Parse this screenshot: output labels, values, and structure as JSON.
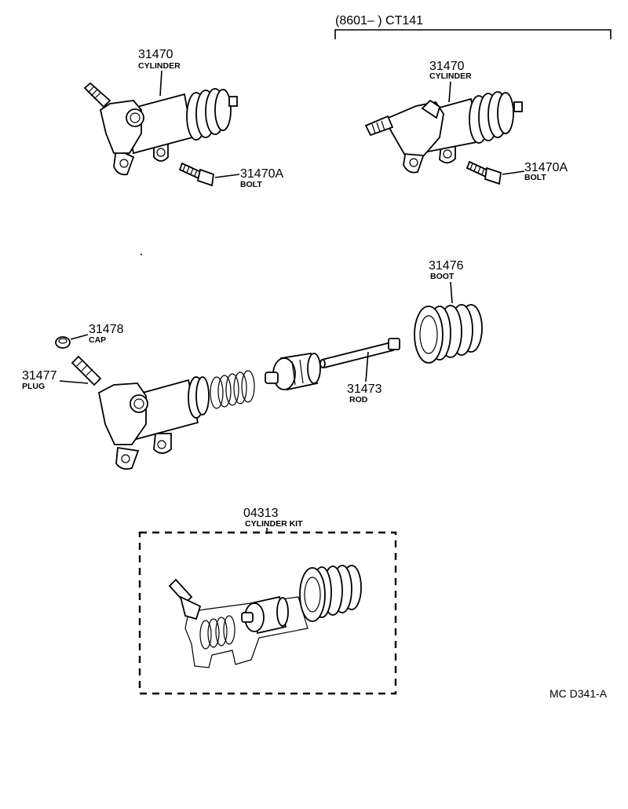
{
  "header": {
    "applicability": "(8601–        ) CT141"
  },
  "callouts": {
    "cyl_left": {
      "number": "31470",
      "name": "CYLINDER"
    },
    "bolt_left": {
      "number": "31470A",
      "name": "BOLT"
    },
    "cyl_right": {
      "number": "31470",
      "name": "CYLINDER"
    },
    "bolt_right": {
      "number": "31470A",
      "name": "BOLT"
    },
    "boot": {
      "number": "31476",
      "name": "BOOT"
    },
    "cap": {
      "number": "31478",
      "name": "CAP"
    },
    "plug": {
      "number": "31477",
      "name": "PLUG"
    },
    "rod": {
      "number": "31473",
      "name": "ROD"
    },
    "kit": {
      "number": "04313",
      "name": "CYLINDER KIT"
    }
  },
  "footer": {
    "diagram_ref": "MC D341-A"
  },
  "icons": [
    "clutch-release-cylinder-icon",
    "bolt-icon",
    "cap-icon",
    "bleeder-plug-icon",
    "spring-icon",
    "piston-icon",
    "push-rod-icon",
    "dust-boot-icon"
  ]
}
